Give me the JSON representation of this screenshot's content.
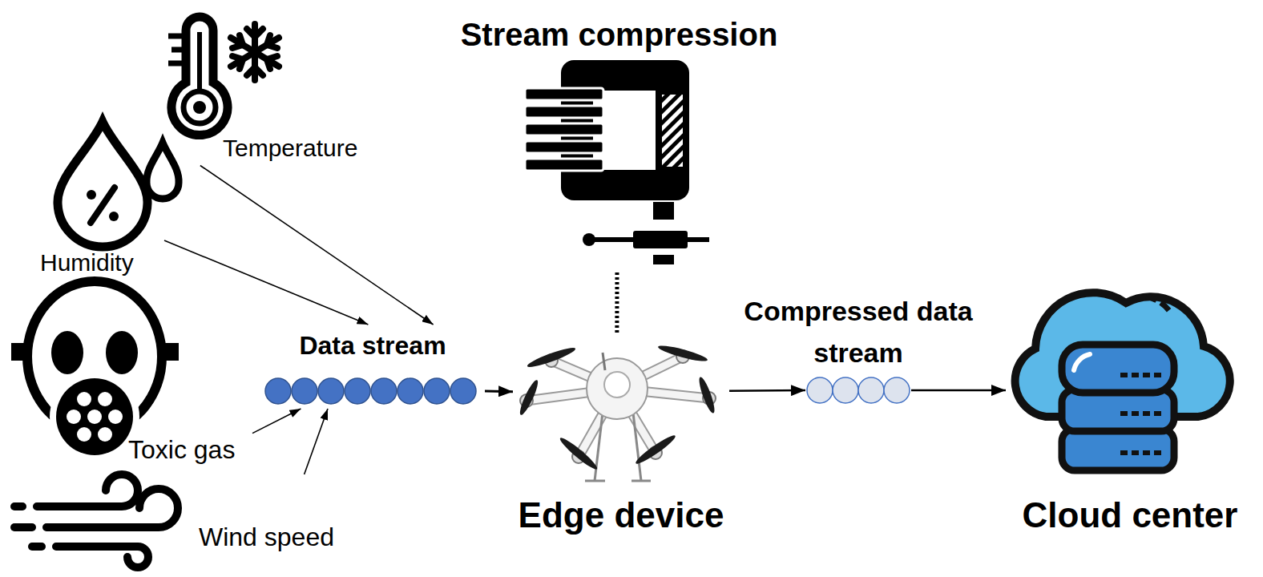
{
  "diagram": {
    "nodes": [
      {
        "text": [
          "Temperature"
        ]
      },
      {
        "text": [
          "Humidity"
        ]
      },
      {
        "text": [
          "Toxic gas"
        ]
      },
      {
        "text": [
          "Wind speed"
        ]
      },
      {
        "text": [
          "Data stream"
        ]
      },
      {
        "text": [
          "Stream compression"
        ]
      },
      {
        "text": [
          "Edge device"
        ]
      },
      {
        "text": [
          "Compressed data stream"
        ]
      },
      {
        "text": [
          "Cloud center"
        ]
      }
    ],
    "edges": [
      {
        "from": 0,
        "to": 4,
        "arrow": "to"
      },
      {
        "from": 1,
        "to": 4,
        "arrow": "to"
      },
      {
        "from": 2,
        "to": 4,
        "arrow": "to"
      },
      {
        "from": 3,
        "to": 4,
        "arrow": "to"
      },
      {
        "from": 4,
        "to": 6,
        "arrow": "to"
      },
      {
        "from": 5,
        "to": 6,
        "arrow": "none"
      },
      {
        "from": 6,
        "to": 7,
        "arrow": "to"
      },
      {
        "from": 7,
        "to": 8,
        "arrow": "to"
      }
    ]
  }
}
